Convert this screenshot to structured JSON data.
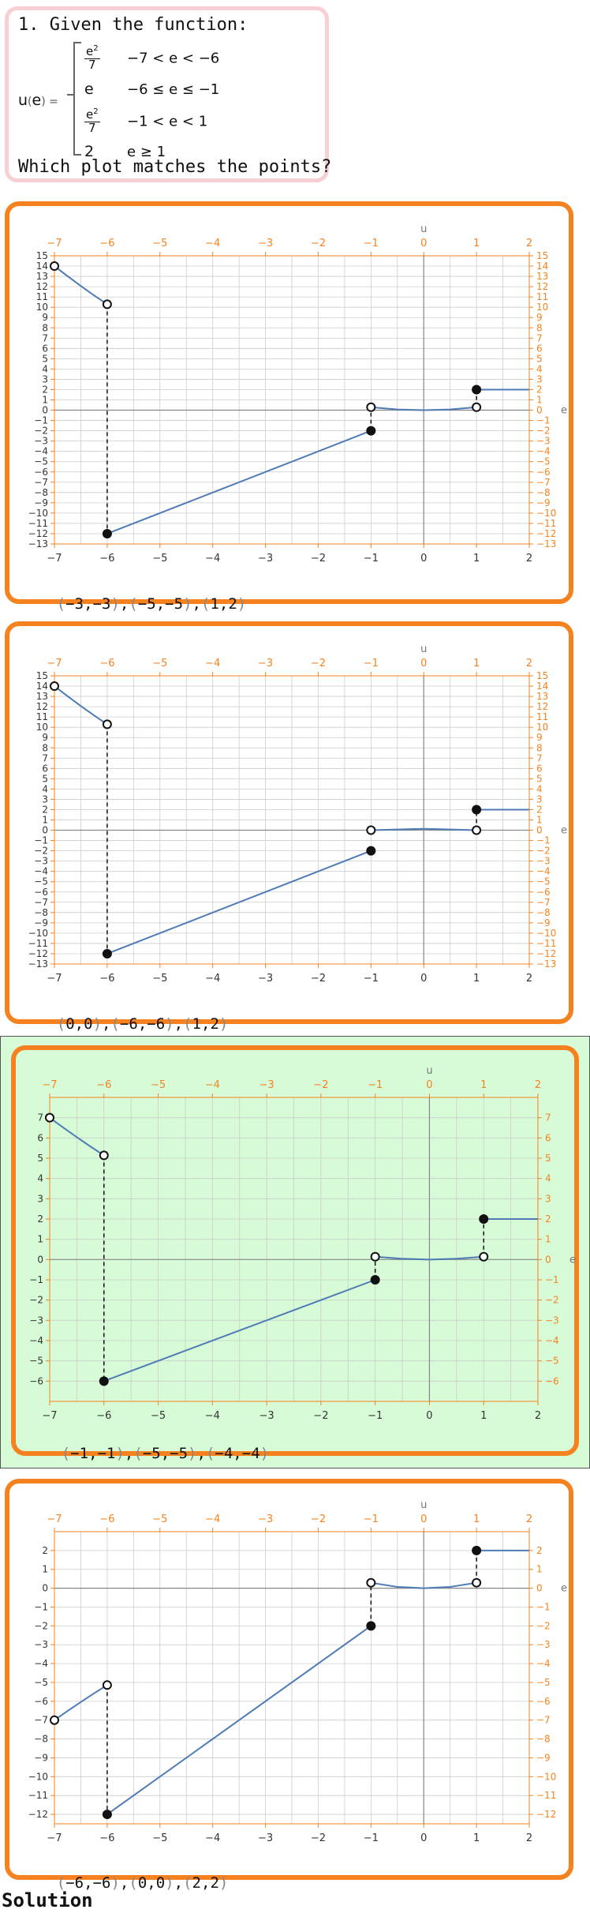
{
  "question": {
    "prompt": "1. Given the function:",
    "function_name": "u",
    "variable": "e",
    "cases": [
      {
        "expr_base": "e",
        "expr_exp": "2",
        "expr_den": "7",
        "condition": "−7 < e < −6"
      },
      {
        "expr": "e",
        "condition": "−6 ≤ e ≤ −1"
      },
      {
        "expr_base": "e",
        "expr_exp": "2",
        "expr_den": "7",
        "condition": "−1 < e < 1"
      },
      {
        "expr": "2",
        "condition": "e ≥ 1"
      }
    ],
    "ask": "Which plot matches the points?"
  },
  "colors": {
    "accent": "#f5821f",
    "axis": "#f5821f",
    "line": "#4f7bb5",
    "grid": "#cccccc",
    "correct_bg": "#d6fbd6",
    "question_border": "#f8cfd2"
  },
  "x_axis_name": "e",
  "y_axis_name": "u",
  "options": [
    {
      "points_text": [
        "−3",
        "−3",
        "−5",
        "−5",
        "1",
        "2"
      ],
      "correct": false
    },
    {
      "points_text": [
        "0",
        "0",
        "−6",
        "−6",
        "1",
        "2"
      ],
      "correct": false
    },
    {
      "points_text": [
        "−1",
        "−1",
        "−5",
        "−5",
        "−4",
        "−4"
      ],
      "correct": true
    },
    {
      "points_text": [
        "−6",
        "−6",
        "0",
        "0",
        "2",
        "2"
      ],
      "correct": false
    }
  ],
  "solution_label": "Solution",
  "chart_data": [
    {
      "type": "line",
      "xlim": [
        -7,
        2
      ],
      "ylim": [
        -13,
        15
      ],
      "x_ticks": [
        -7,
        -6,
        -5,
        -4,
        -3,
        -2,
        -1,
        0,
        1,
        2
      ],
      "y_ticks": [
        -13,
        -12,
        -11,
        -10,
        -9,
        -8,
        -7,
        -6,
        -5,
        -4,
        -3,
        -2,
        -1,
        0,
        1,
        2,
        3,
        4,
        5,
        6,
        7,
        8,
        9,
        10,
        11,
        12,
        13,
        14,
        15
      ],
      "grid": true,
      "segments": [
        {
          "kind": "curve",
          "x": [
            -7,
            -6.75,
            -6.5,
            -6.25,
            -6
          ],
          "y": [
            14,
            13.02,
            12.07,
            11.16,
            10.29
          ]
        },
        {
          "kind": "line",
          "x": [
            -6,
            -1
          ],
          "y": [
            -12,
            -2
          ]
        },
        {
          "kind": "curve",
          "x": [
            -1,
            -0.5,
            0,
            0.5,
            1
          ],
          "y": [
            0.29,
            0.07,
            0,
            0.07,
            0.29
          ]
        },
        {
          "kind": "line",
          "x": [
            1,
            2
          ],
          "y": [
            2,
            2
          ]
        }
      ],
      "dashed": [
        {
          "x": -6,
          "y": [
            10.29,
            -12
          ]
        },
        {
          "x": -1,
          "y": [
            -2,
            0.29
          ]
        },
        {
          "x": 1,
          "y": [
            0.29,
            2
          ]
        }
      ],
      "open_points": [
        [
          -7,
          14
        ],
        [
          -6,
          10.29
        ],
        [
          -1,
          0.29
        ],
        [
          1,
          0.29
        ]
      ],
      "closed_points": [
        [
          -6,
          -12
        ],
        [
          -1,
          -2
        ],
        [
          1,
          2
        ]
      ]
    },
    {
      "type": "line",
      "xlim": [
        -7,
        2
      ],
      "ylim": [
        -13,
        15
      ],
      "x_ticks": [
        -7,
        -6,
        -5,
        -4,
        -3,
        -2,
        -1,
        0,
        1,
        2
      ],
      "y_ticks": [
        -13,
        -12,
        -11,
        -10,
        -9,
        -8,
        -7,
        -6,
        -5,
        -4,
        -3,
        -2,
        -1,
        0,
        1,
        2,
        3,
        4,
        5,
        6,
        7,
        8,
        9,
        10,
        11,
        12,
        13,
        14,
        15
      ],
      "grid": true,
      "segments": [
        {
          "kind": "curve",
          "x": [
            -7,
            -6.75,
            -6.5,
            -6.25,
            -6
          ],
          "y": [
            14,
            13.02,
            12.07,
            11.16,
            10.29
          ]
        },
        {
          "kind": "line",
          "x": [
            -6,
            -1
          ],
          "y": [
            -12,
            -2
          ]
        },
        {
          "kind": "curve",
          "x": [
            -1,
            -0.5,
            0,
            0.5,
            1
          ],
          "y": [
            0,
            0.07,
            0.14,
            0.07,
            0
          ]
        },
        {
          "kind": "line",
          "x": [
            1,
            2
          ],
          "y": [
            2,
            2
          ]
        }
      ],
      "dashed": [
        {
          "x": -6,
          "y": [
            10.29,
            -12
          ]
        },
        {
          "x": 1,
          "y": [
            0,
            2
          ]
        }
      ],
      "open_points": [
        [
          -7,
          14
        ],
        [
          -6,
          10.29
        ],
        [
          -1,
          0
        ],
        [
          1,
          0
        ]
      ],
      "closed_points": [
        [
          -6,
          -12
        ],
        [
          -1,
          -2
        ],
        [
          1,
          2
        ]
      ]
    },
    {
      "type": "line",
      "xlim": [
        -7,
        2
      ],
      "ylim": [
        -7,
        8
      ],
      "x_ticks": [
        -7,
        -6,
        -5,
        -4,
        -3,
        -2,
        -1,
        0,
        1,
        2
      ],
      "y_ticks": [
        -6,
        -5,
        -4,
        -3,
        -2,
        -1,
        0,
        1,
        2,
        3,
        4,
        5,
        6,
        7
      ],
      "grid": true,
      "segments": [
        {
          "kind": "curve",
          "x": [
            -7,
            -6.75,
            -6.5,
            -6.25,
            -6
          ],
          "y": [
            7,
            6.51,
            6.04,
            5.58,
            5.14
          ]
        },
        {
          "kind": "line",
          "x": [
            -6,
            -1
          ],
          "y": [
            -6,
            -1
          ]
        },
        {
          "kind": "curve",
          "x": [
            -1,
            -0.5,
            0,
            0.5,
            1
          ],
          "y": [
            0.14,
            0.04,
            0,
            0.04,
            0.14
          ]
        },
        {
          "kind": "line",
          "x": [
            1,
            2
          ],
          "y": [
            2,
            2
          ]
        }
      ],
      "dashed": [
        {
          "x": -6,
          "y": [
            5.14,
            -6
          ]
        },
        {
          "x": -1,
          "y": [
            -1,
            0.14
          ]
        },
        {
          "x": 1,
          "y": [
            0.14,
            2
          ]
        }
      ],
      "open_points": [
        [
          -7,
          7
        ],
        [
          -6,
          5.14
        ],
        [
          -1,
          0.14
        ],
        [
          1,
          0.14
        ]
      ],
      "closed_points": [
        [
          -6,
          -6
        ],
        [
          -1,
          -1
        ],
        [
          1,
          2
        ]
      ]
    },
    {
      "type": "line",
      "xlim": [
        -7,
        2
      ],
      "ylim": [
        -12.5,
        3
      ],
      "x_ticks": [
        -7,
        -6,
        -5,
        -4,
        -3,
        -2,
        -1,
        0,
        1,
        2
      ],
      "y_ticks": [
        -12,
        -11,
        -10,
        -9,
        -8,
        -7,
        -6,
        -5,
        -4,
        -3,
        -2,
        -1,
        0,
        1,
        2
      ],
      "grid": true,
      "segments": [
        {
          "kind": "curve",
          "x": [
            -7,
            -6.75,
            -6.5,
            -6.25,
            -6
          ],
          "y": [
            -7,
            -6.51,
            -6.04,
            -5.58,
            -5.14
          ]
        },
        {
          "kind": "line",
          "x": [
            -6,
            -1
          ],
          "y": [
            -12,
            -2
          ]
        },
        {
          "kind": "curve",
          "x": [
            -1,
            -0.5,
            0,
            0.5,
            1
          ],
          "y": [
            0.29,
            0.07,
            0,
            0.07,
            0.29
          ]
        },
        {
          "kind": "line",
          "x": [
            1,
            2
          ],
          "y": [
            2,
            2
          ]
        }
      ],
      "dashed": [
        {
          "x": -6,
          "y": [
            -5.14,
            -12
          ]
        },
        {
          "x": -1,
          "y": [
            -2,
            0.29
          ]
        },
        {
          "x": 1,
          "y": [
            0.29,
            2
          ]
        }
      ],
      "open_points": [
        [
          -7,
          -7
        ],
        [
          -6,
          -5.14
        ],
        [
          -1,
          0.29
        ],
        [
          1,
          0.29
        ]
      ],
      "closed_points": [
        [
          -6,
          -12
        ],
        [
          -1,
          -2
        ],
        [
          1,
          2
        ]
      ]
    }
  ]
}
